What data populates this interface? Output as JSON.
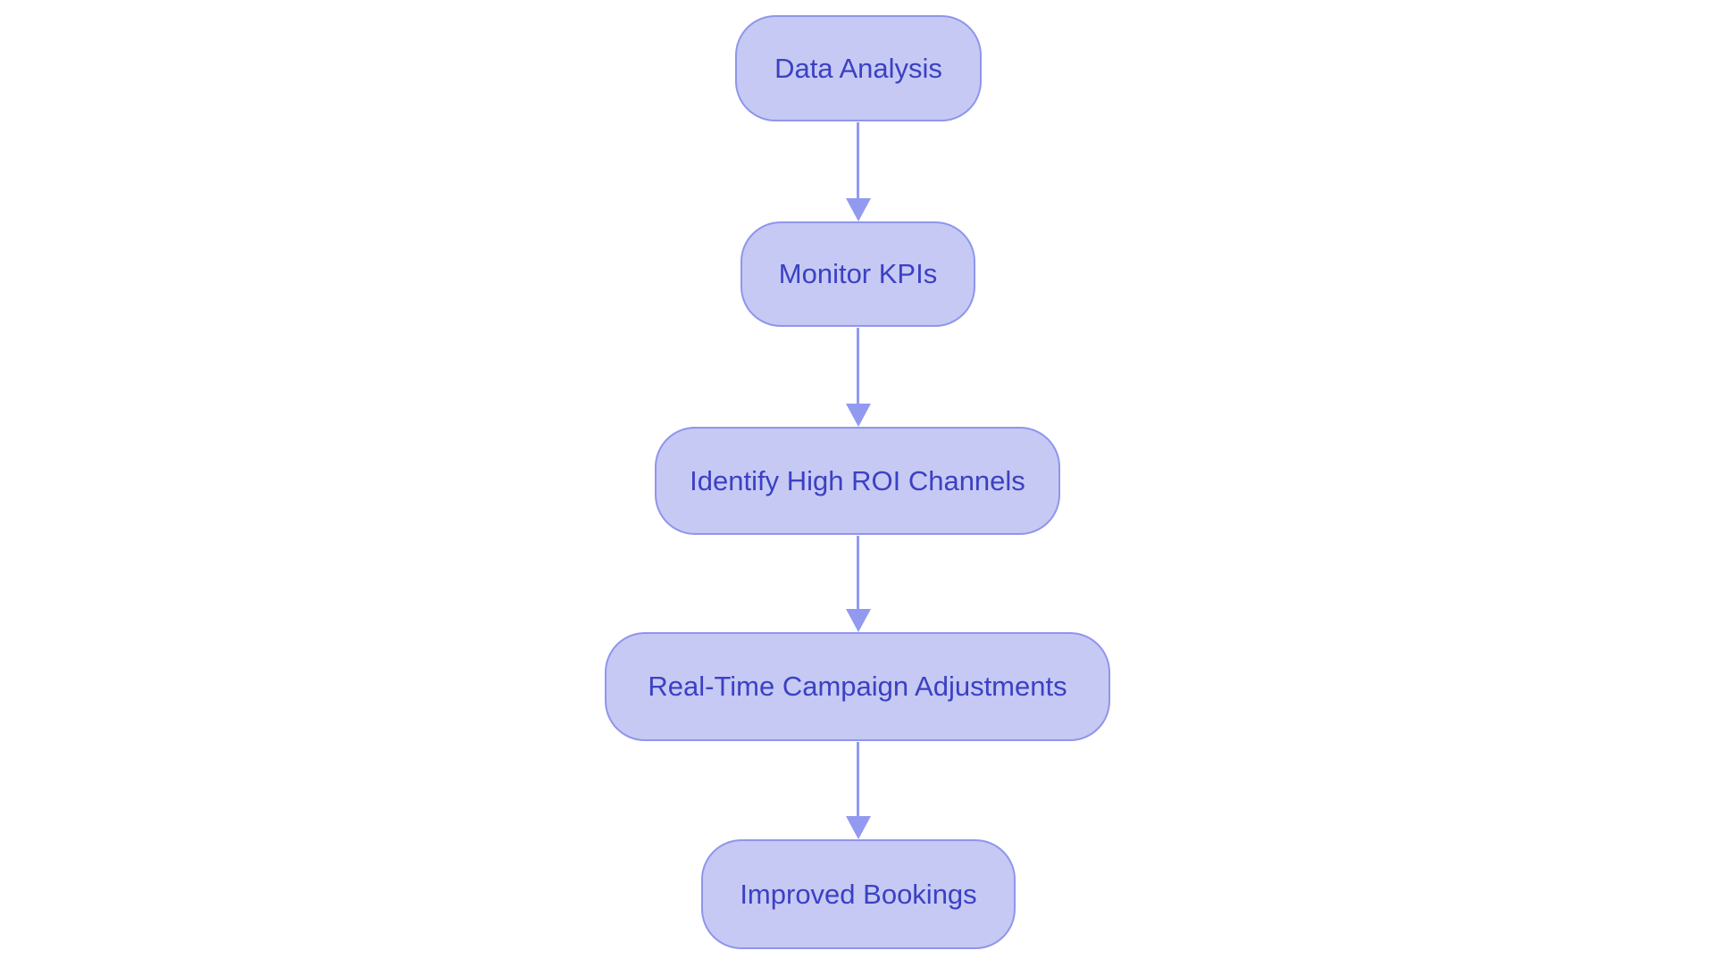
{
  "diagram": {
    "type": "flowchart",
    "direction": "top-down",
    "colors": {
      "background": "#ffffff",
      "node_fill": "#c6c9f4",
      "node_border": "#8f96ea",
      "text_color": "#3b41c2",
      "arrow_color": "#929af0"
    },
    "nodes": [
      {
        "id": "n1",
        "label": "Data Analysis",
        "shape": "stadium"
      },
      {
        "id": "n2",
        "label": "Monitor KPIs",
        "shape": "stadium"
      },
      {
        "id": "n3",
        "label": "Identify High ROI Channels",
        "shape": "stadium"
      },
      {
        "id": "n4",
        "label": "Real-Time Campaign Adjustments",
        "shape": "stadium"
      },
      {
        "id": "n5",
        "label": "Improved Bookings",
        "shape": "stadium"
      }
    ],
    "edges": [
      {
        "from": "n1",
        "to": "n2",
        "style": "arrow"
      },
      {
        "from": "n2",
        "to": "n3",
        "style": "arrow"
      },
      {
        "from": "n3",
        "to": "n4",
        "style": "arrow"
      },
      {
        "from": "n4",
        "to": "n5",
        "style": "arrow"
      }
    ]
  }
}
